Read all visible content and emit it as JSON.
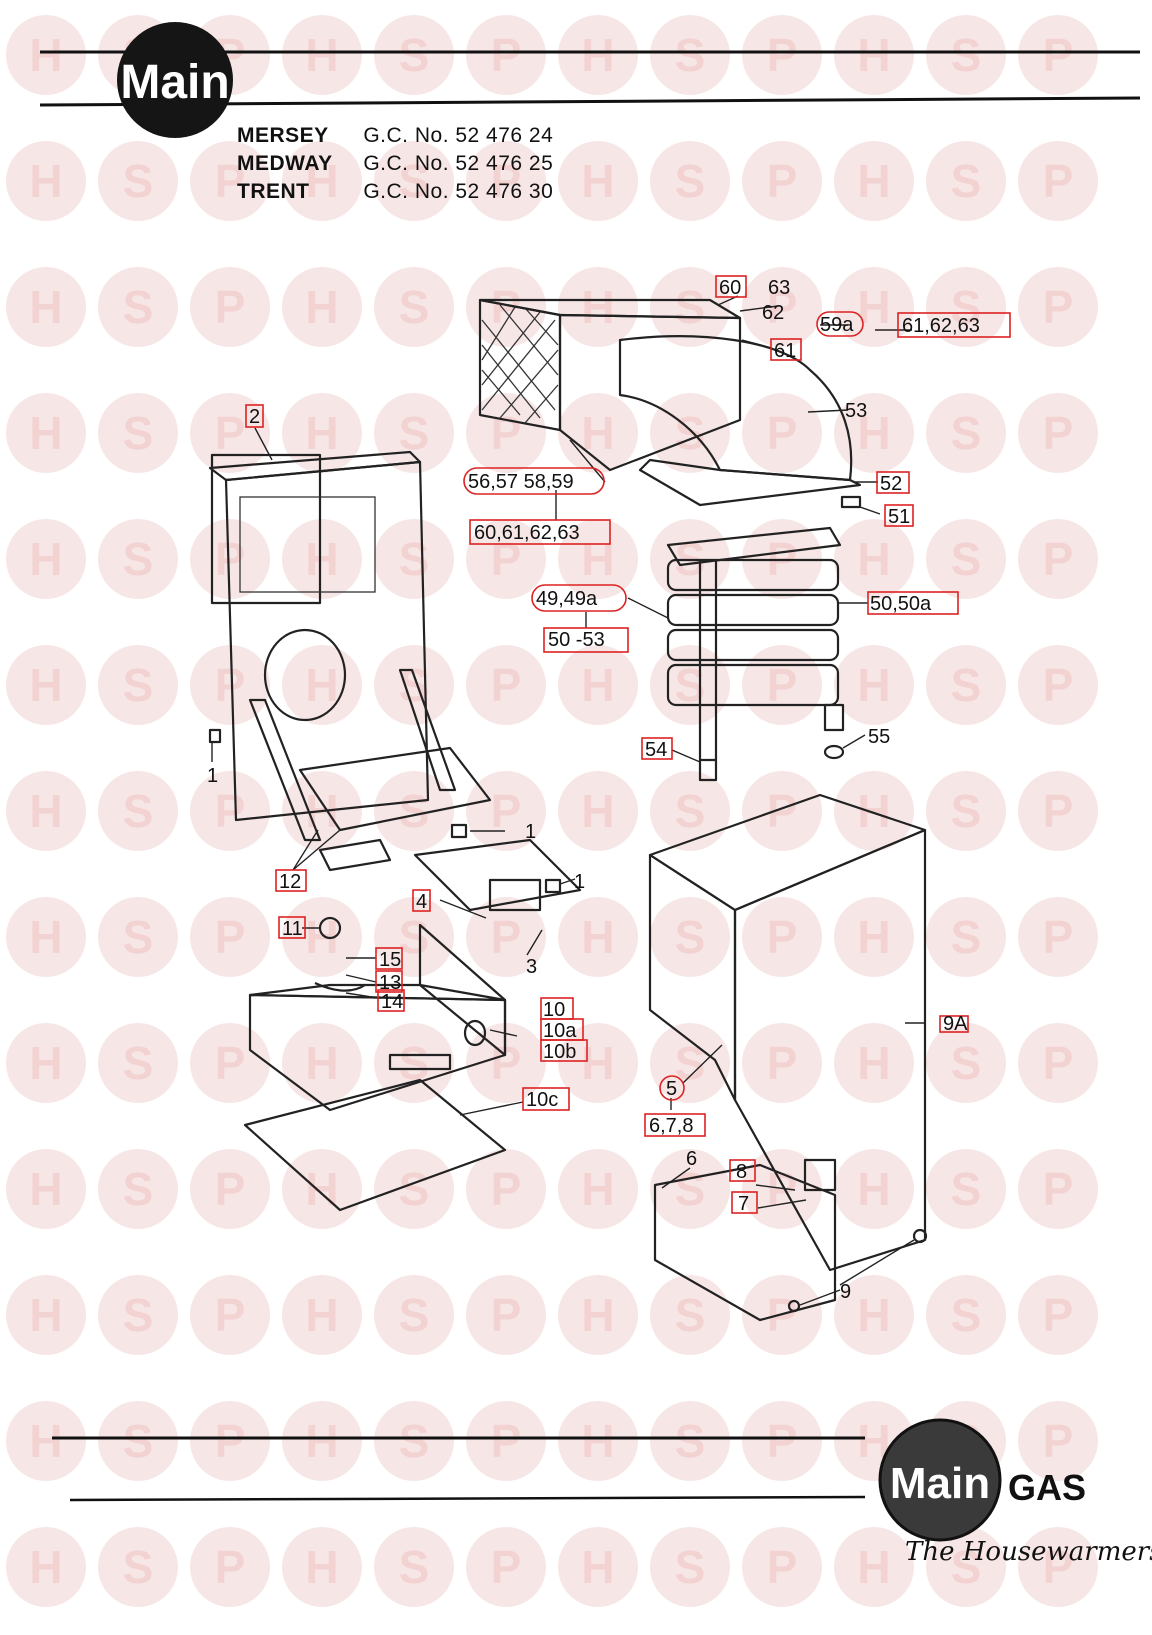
{
  "header": {
    "brand_logo_text": "Main",
    "models": [
      {
        "name": "MERSEY",
        "gc_number": "G.C. No. 52 476 24"
      },
      {
        "name": "MEDWAY",
        "gc_number": "G.C. No. 52 476 25"
      },
      {
        "name": "TRENT",
        "gc_number": "G.C. No. 52 476 30"
      }
    ]
  },
  "watermark": {
    "letters": [
      "H",
      "S",
      "P"
    ],
    "color": "#f3d2d2"
  },
  "part_labels": [
    {
      "id": "p60",
      "text": "60"
    },
    {
      "id": "p63",
      "text": "63"
    },
    {
      "id": "p62",
      "text": "62"
    },
    {
      "id": "p59a",
      "text": "59a"
    },
    {
      "id": "p61-63",
      "text": "61,62,63"
    },
    {
      "id": "p61",
      "text": "61"
    },
    {
      "id": "p53",
      "text": "53"
    },
    {
      "id": "p2",
      "text": "2"
    },
    {
      "id": "p56-59",
      "text": "56,57 58,59"
    },
    {
      "id": "p52",
      "text": "52"
    },
    {
      "id": "p51",
      "text": "51"
    },
    {
      "id": "p60-63",
      "text": "60,61,62,63"
    },
    {
      "id": "p49",
      "text": "49,49a"
    },
    {
      "id": "p50a",
      "text": "50,50a"
    },
    {
      "id": "p50-53",
      "text": "50 -53"
    },
    {
      "id": "p54",
      "text": "54"
    },
    {
      "id": "p55",
      "text": "55"
    },
    {
      "id": "p1a",
      "text": "1"
    },
    {
      "id": "p1b",
      "text": "1"
    },
    {
      "id": "p1c",
      "text": "1"
    },
    {
      "id": "p12",
      "text": "12"
    },
    {
      "id": "p4",
      "text": "4"
    },
    {
      "id": "p11",
      "text": "11"
    },
    {
      "id": "p3",
      "text": "3"
    },
    {
      "id": "p15",
      "text": "15"
    },
    {
      "id": "p13",
      "text": "13"
    },
    {
      "id": "p14",
      "text": "14"
    },
    {
      "id": "p10",
      "text": "10"
    },
    {
      "id": "p10a",
      "text": "10a"
    },
    {
      "id": "p10b",
      "text": "10b"
    },
    {
      "id": "p9A",
      "text": "9A"
    },
    {
      "id": "p10c",
      "text": "10c"
    },
    {
      "id": "p5",
      "text": "5"
    },
    {
      "id": "p678",
      "text": "6,7,8"
    },
    {
      "id": "p6",
      "text": "6"
    },
    {
      "id": "p8",
      "text": "8"
    },
    {
      "id": "p7",
      "text": "7"
    },
    {
      "id": "p9",
      "text": "9"
    }
  ],
  "footer": {
    "brand_logo_text": "Main",
    "gas_text": "GAS",
    "tagline": "The Housewarmers"
  },
  "colors": {
    "label_box": "#dd2222",
    "ink": "#111111",
    "watermark": "#f3d2d2"
  }
}
